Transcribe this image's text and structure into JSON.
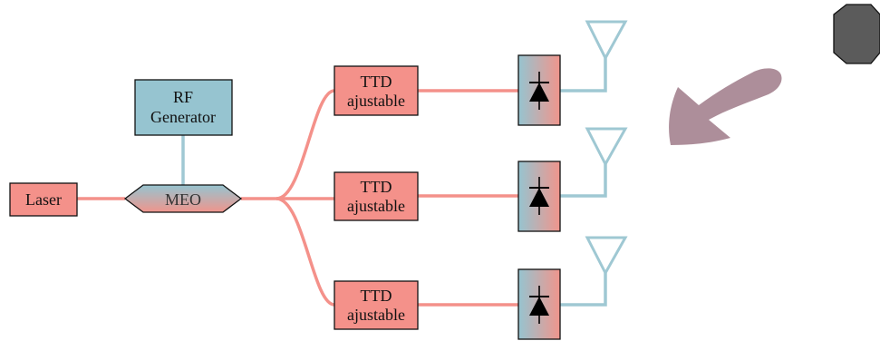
{
  "colors": {
    "optical": "#f4918a",
    "electrical": "#9fc8d3",
    "box_red": "#f4918a",
    "box_blue": "#96c4d0",
    "arrow": "#ad8e9a",
    "octagon": "#5b5b5b",
    "stroke": "#111111"
  },
  "laser": {
    "label": "Laser"
  },
  "rf_generator": {
    "line1": "RF",
    "line2": "Generator"
  },
  "modulator": {
    "label": "MEO"
  },
  "ttd": [
    {
      "line1": "TTD",
      "line2": "ajustable"
    },
    {
      "line1": "TTD",
      "line2": "ajustable"
    },
    {
      "line1": "TTD",
      "line2": "ajustable"
    }
  ],
  "photodiode_count": 3,
  "antenna_count": 3,
  "icons": {
    "photodiode": "photodiode-icon",
    "antenna": "antenna-icon",
    "arrow": "wave-arrow-icon",
    "octagon": "octagon-icon"
  }
}
